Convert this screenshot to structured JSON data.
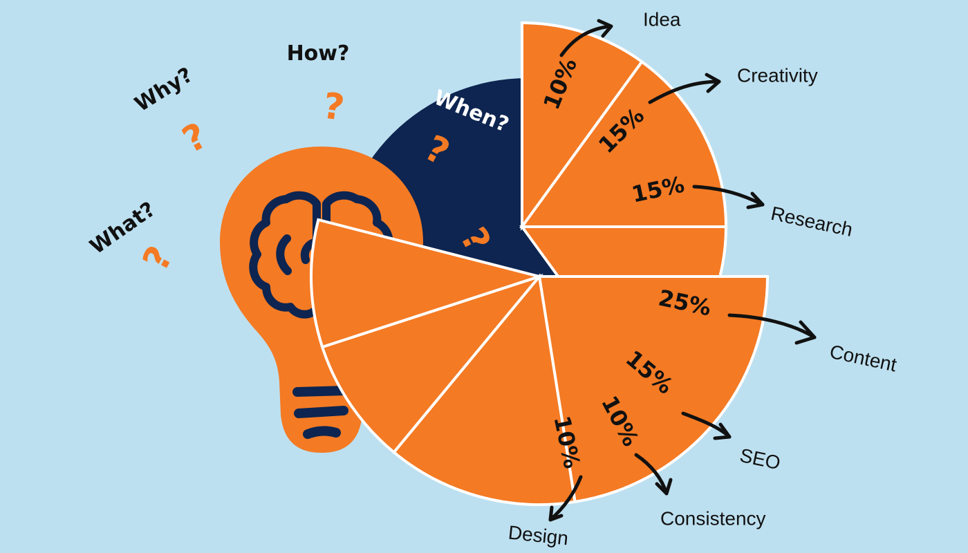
{
  "chart_data": {
    "type": "pie",
    "title": "",
    "categories": [
      "Idea",
      "Creativity",
      "Research",
      "Content",
      "SEO",
      "Consistency",
      "Design"
    ],
    "values": [
      10,
      15,
      15,
      25,
      15,
      10,
      10
    ],
    "value_labels": [
      "10%",
      "15%",
      "15%",
      "25%",
      "15%",
      "10%",
      "10%"
    ],
    "unit": "%",
    "legend": "none",
    "grid": false
  },
  "questions": {
    "how": "How?",
    "why": "Why?",
    "what": "What?",
    "when": "When?",
    "mark": "?"
  },
  "colors": {
    "background": "#bde0f0",
    "accent": "#f47a24",
    "navy": "#0d2550",
    "divider": "#ffffff",
    "text": "#111111"
  },
  "icons": {
    "bulb": "lightbulb-icon",
    "brain": "brain-icon"
  }
}
